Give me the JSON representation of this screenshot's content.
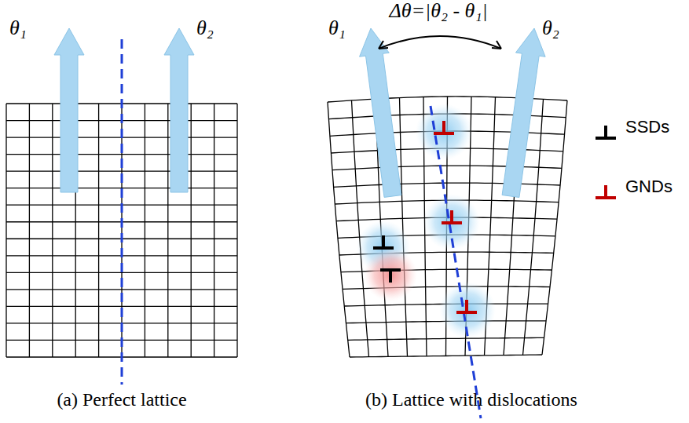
{
  "diagram": {
    "labels": [
      "θ₁",
      "θ₂",
      "θ₁",
      "θ₂",
      "Δθ=|θ₂ - θ₁|",
      "(a) Perfect lattice",
      "(b) Lattice with dislocations"
    ],
    "legend": [
      {
        "text": "SSDs"
      },
      {
        "text": "GNDs"
      }
    ]
  }
}
